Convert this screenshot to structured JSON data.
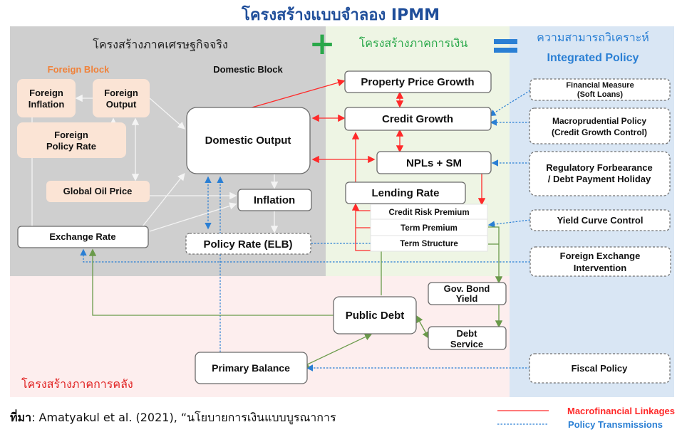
{
  "title": "โครงสร้างแบบจำลอง IPMM",
  "colors": {
    "real_bg": "#cfcfcf",
    "financial_bg": "#eef5e4",
    "policy_bg": "#d9e6f4",
    "fiscal_bg": "#fdeeee",
    "foreign": "#f0823a",
    "financial_green": "#2aa84a",
    "policy_blue": "#2a7fd4",
    "fiscal_red": "#e02020",
    "macrofinancial_red": "#ff2a2a",
    "title_blue": "#1f4e9a"
  },
  "sections": {
    "real": "โครงสร้างภาคเศรษฐกิจจริง",
    "financial": "โครงสร้างภาคการเงิน",
    "policy_thai": "ความสามารถวิเคราะห์",
    "policy_en": "Integrated Policy",
    "fiscal": "โครงสร้างภาคการคลัง",
    "plus_symbol": "+",
    "equals_symbol": "="
  },
  "blocks": {
    "foreign": "Foreign Block",
    "domestic": "Domestic Block"
  },
  "nodes": {
    "foreign_inflation": [
      "Foreign",
      "Inflation"
    ],
    "foreign_output": [
      "Foreign",
      "Output"
    ],
    "foreign_policy_rate": [
      "Foreign",
      "Policy Rate"
    ],
    "global_oil_price": "Global Oil Price",
    "exchange_rate": "Exchange Rate",
    "domestic_output": "Domestic Output",
    "inflation": "Inflation",
    "policy_rate": "Policy Rate (ELB)",
    "property_price_growth": "Property Price Growth",
    "credit_growth": "Credit Growth",
    "npls_sm": "NPLs + SM",
    "lending_rate": "Lending Rate",
    "credit_risk_premium": "Credit Risk Premium",
    "term_premium": "Term Premium",
    "term_structure": "Term Structure",
    "gov_bond_yield": [
      "Gov. Bond",
      "Yield"
    ],
    "public_debt": "Public Debt",
    "debt_service": [
      "Debt",
      "Service"
    ],
    "primary_balance": "Primary Balance"
  },
  "policies": {
    "financial_measure": [
      "Financial Measure",
      "(Soft Loans)"
    ],
    "macroprudential": [
      "Macroprudential Policy",
      "(Credit Growth Control)"
    ],
    "regulatory": [
      "Regulatory Forbearance",
      "/ Debt Payment Holiday"
    ],
    "ycc": "Yield Curve Control",
    "fx_intervention": [
      "Foreign Exchange",
      "Intervention"
    ],
    "fiscal_policy": "Fiscal Policy"
  },
  "source": {
    "label": "ที่มา",
    "text": ": Amatyakul et al. (2021), “นโยบายการเงินแบบบูรณาการ"
  },
  "legend": {
    "macrofinancial": "Macrofinancial Linkages",
    "policy": "Policy Transmissions"
  }
}
